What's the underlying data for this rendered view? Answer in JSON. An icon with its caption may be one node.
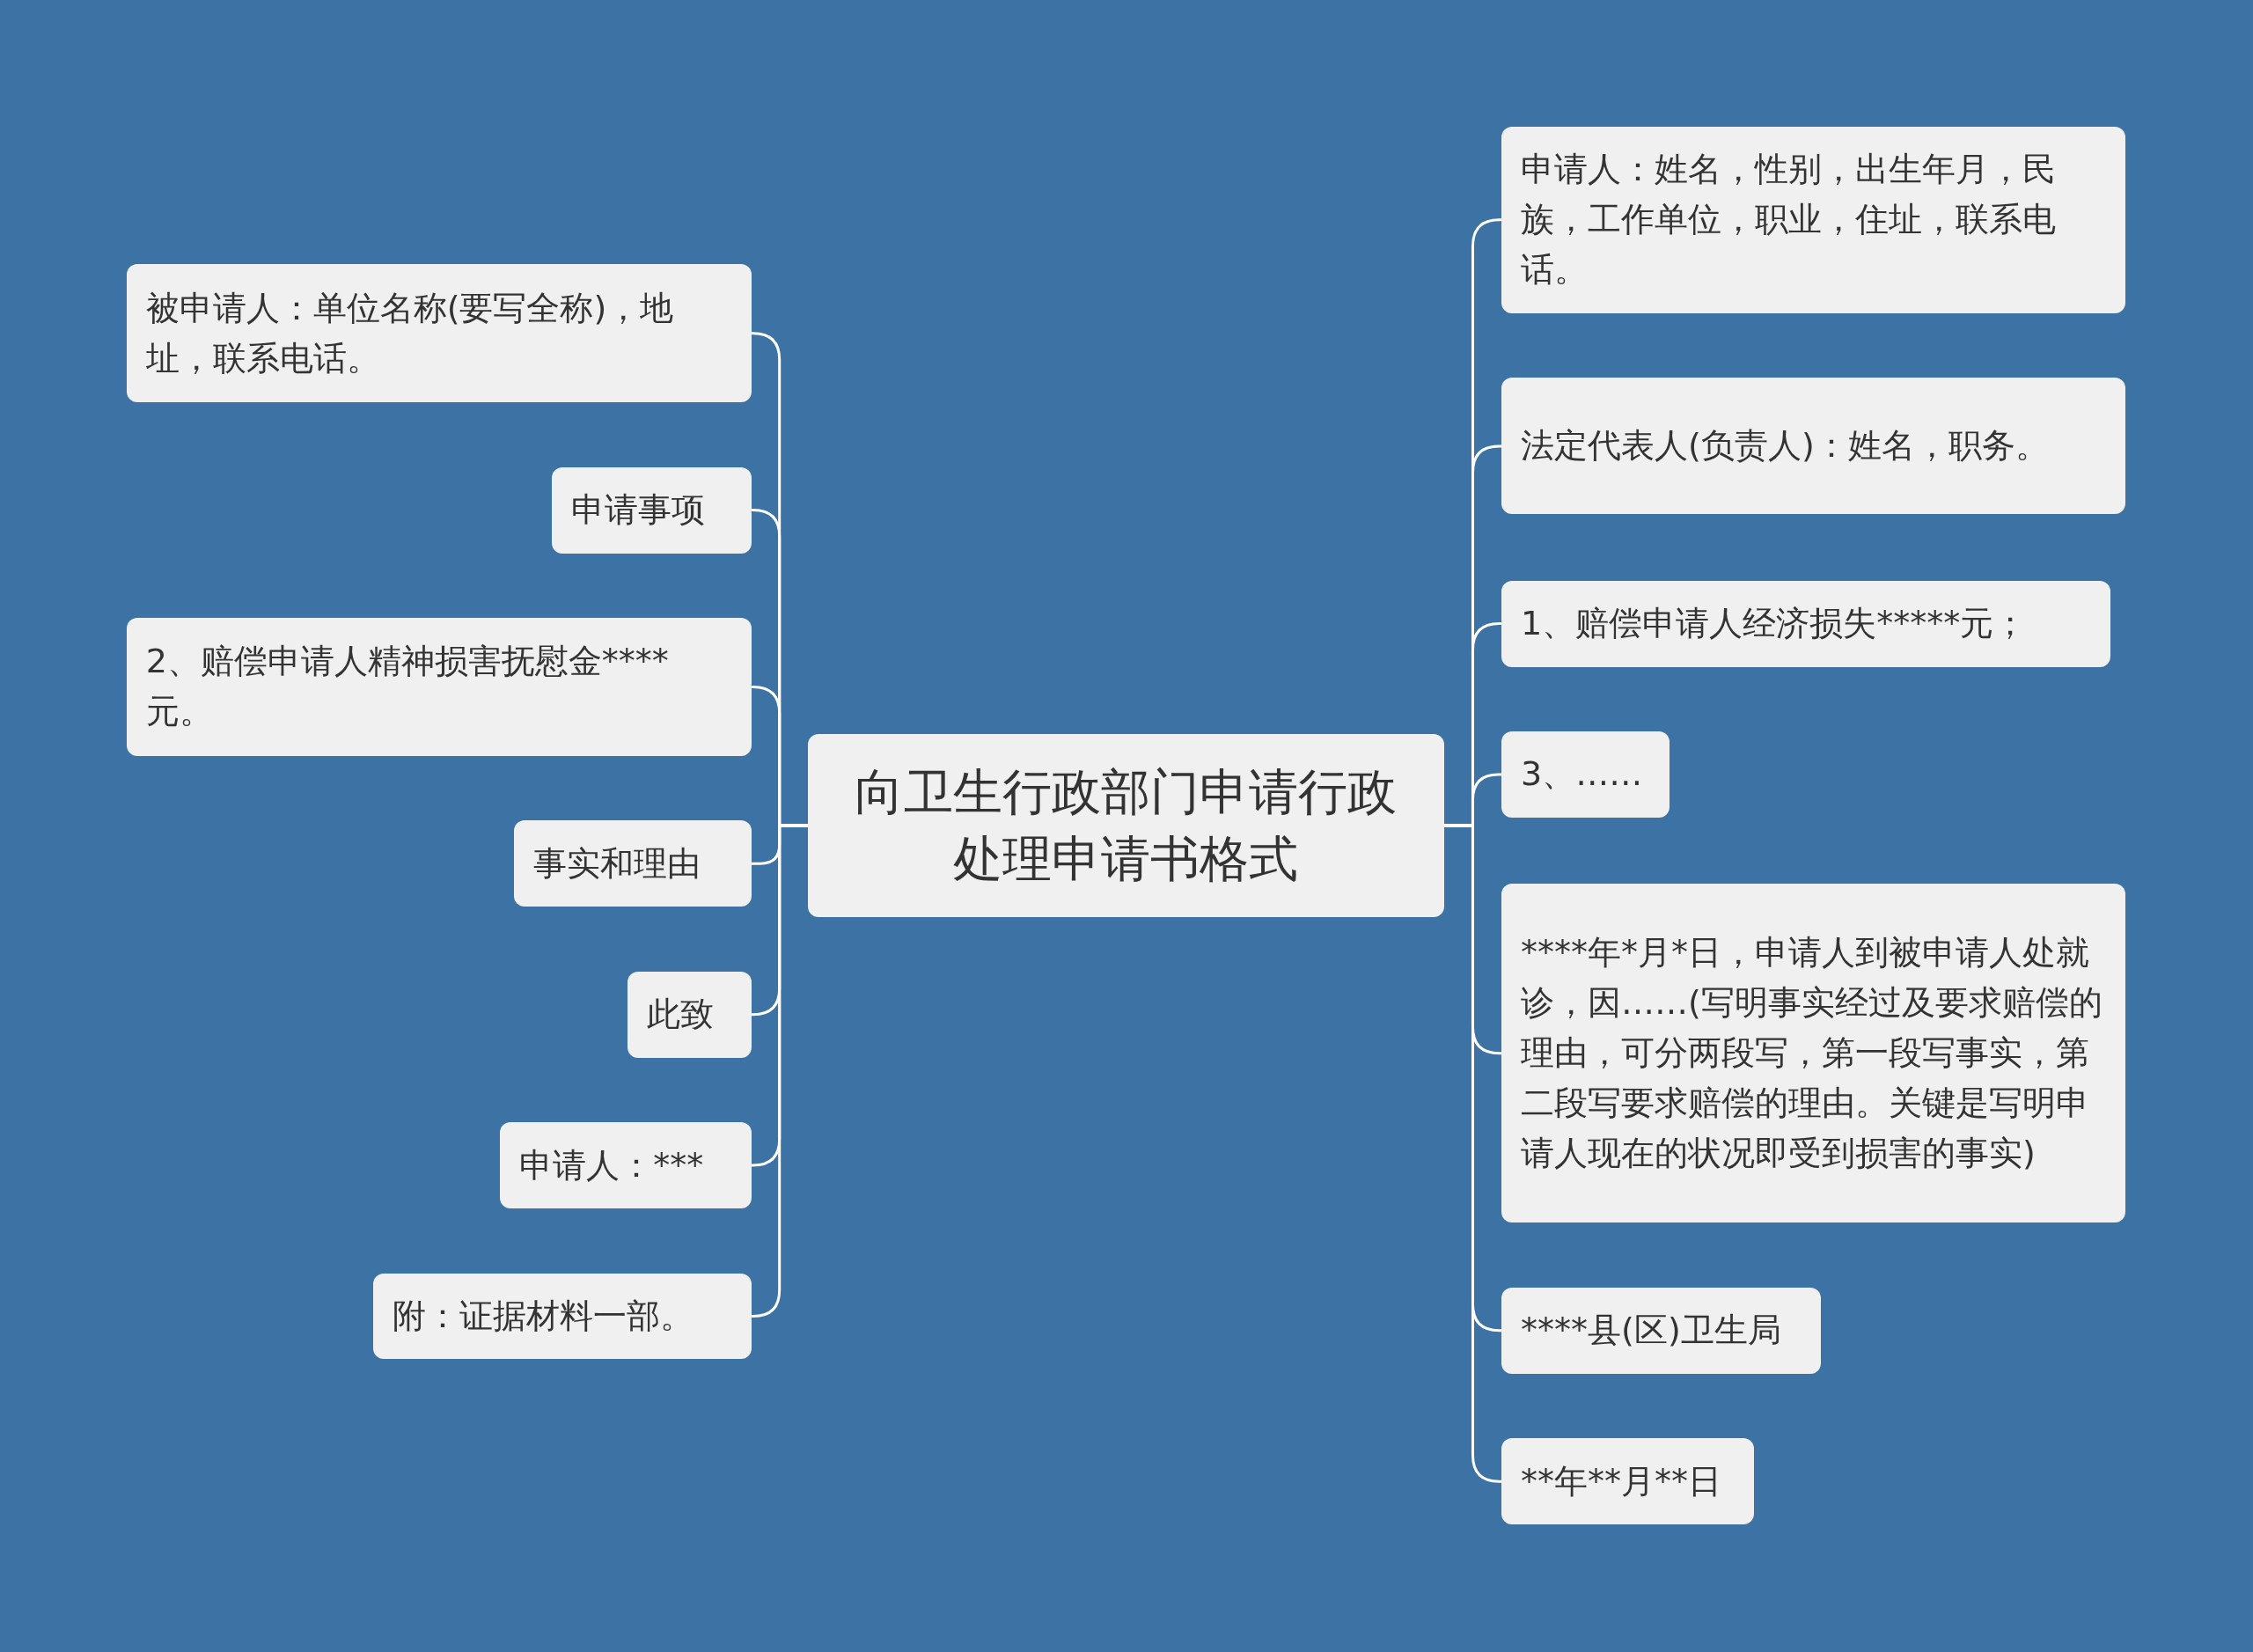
{
  "diagram": {
    "nodes": [
      {
        "text": [
          "向卫生行政部门申请行政处理申请书格式"
        ]
      },
      {
        "text": [
          "被申请人：单位名称(要写全称)，地址，联系电话。"
        ]
      },
      {
        "text": [
          "申请事项"
        ]
      },
      {
        "text": [
          "2、赔偿申请人精神损害抚慰金****元。"
        ]
      },
      {
        "text": [
          "事实和理由"
        ]
      },
      {
        "text": [
          "此致"
        ]
      },
      {
        "text": [
          "申请人：***"
        ]
      },
      {
        "text": [
          "附：证据材料一部。"
        ]
      },
      {
        "text": [
          "申请人：姓名，性别，出生年月，民族，工作单位，职业，住址，联系电话。"
        ]
      },
      {
        "text": [
          "法定代表人(负责人)：姓名，职务。"
        ]
      },
      {
        "text": [
          "1、赔偿申请人经济损失*****元；"
        ]
      },
      {
        "text": [
          "3、……"
        ]
      },
      {
        "text": [
          "****年*月*日，申请人到被申请人处就诊，因……(写明事实经过及要求赔偿的理由，可分两段写，第一段写事实，第二段写要求赔偿的理由。关键是写明申请人现在的状况即受到损害的事实)"
        ]
      },
      {
        "text": [
          "****县(区)卫生局"
        ]
      },
      {
        "text": [
          "**年**月**日"
        ]
      }
    ],
    "edges": [
      {
        "from": 0,
        "to": 1,
        "arrow": "none"
      },
      {
        "from": 0,
        "to": 2,
        "arrow": "none"
      },
      {
        "from": 0,
        "to": 3,
        "arrow": "none"
      },
      {
        "from": 0,
        "to": 4,
        "arrow": "none"
      },
      {
        "from": 0,
        "to": 5,
        "arrow": "none"
      },
      {
        "from": 0,
        "to": 6,
        "arrow": "none"
      },
      {
        "from": 0,
        "to": 7,
        "arrow": "none"
      },
      {
        "from": 0,
        "to": 8,
        "arrow": "none"
      },
      {
        "from": 0,
        "to": 9,
        "arrow": "none"
      },
      {
        "from": 0,
        "to": 10,
        "arrow": "none"
      },
      {
        "from": 0,
        "to": 11,
        "arrow": "none"
      },
      {
        "from": 0,
        "to": 12,
        "arrow": "none"
      },
      {
        "from": 0,
        "to": 13,
        "arrow": "none"
      },
      {
        "from": 0,
        "to": 14,
        "arrow": "none"
      }
    ]
  }
}
